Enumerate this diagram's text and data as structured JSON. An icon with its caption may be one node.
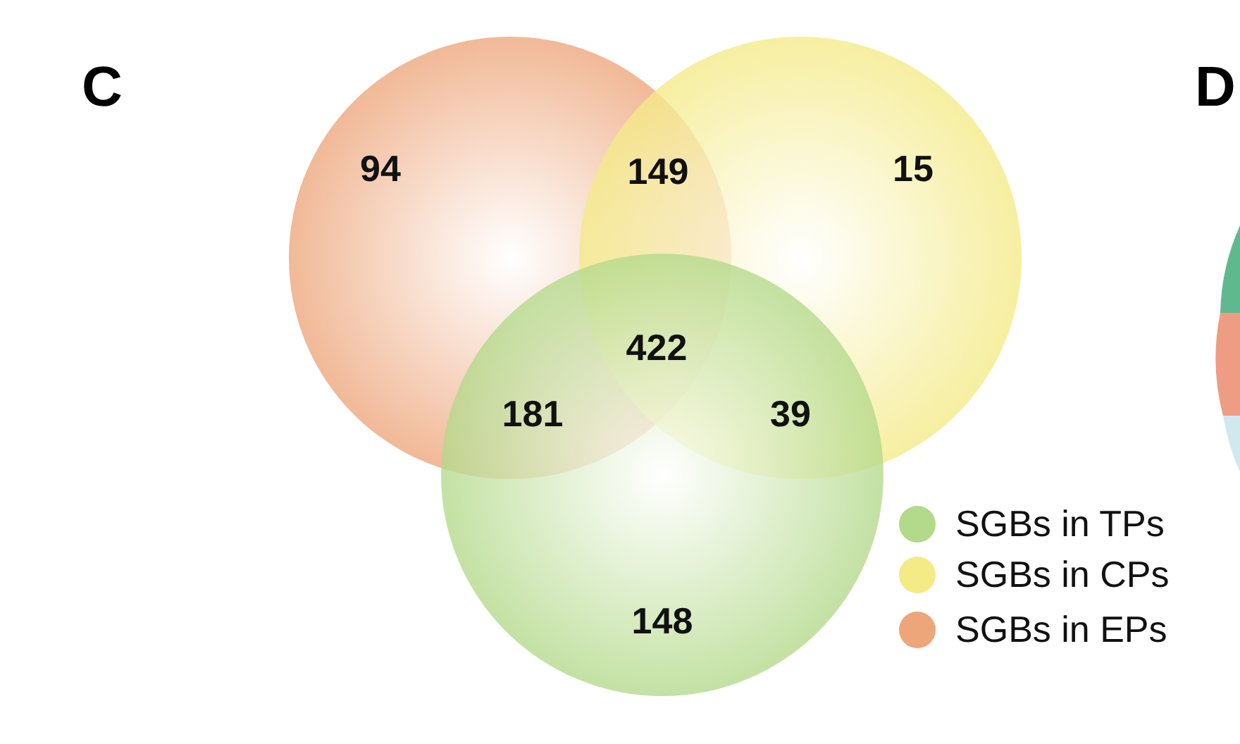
{
  "diagram": {
    "labels": [
      "C",
      "94",
      "149",
      "15",
      "422",
      "181",
      "39",
      "148",
      "D"
    ],
    "legend": [
      {
        "text": "SGBs in TPs",
        "color": "#b3d98a"
      },
      {
        "text": "SGBs in CPs",
        "color": "#f4ea86"
      },
      {
        "text": "SGBs in EPs",
        "color": "#eda57a"
      }
    ]
  }
}
